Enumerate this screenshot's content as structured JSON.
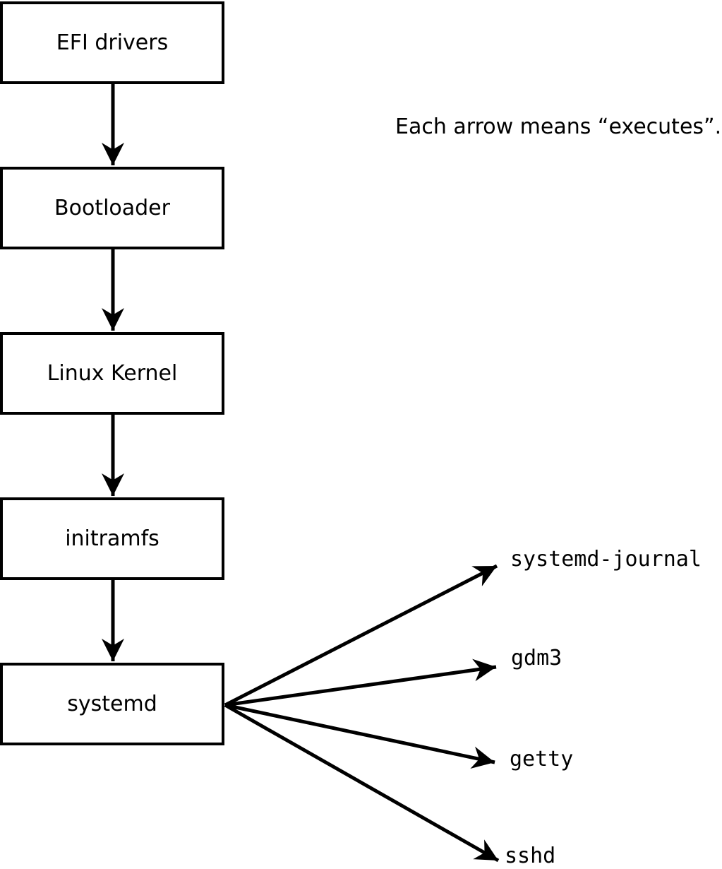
{
  "diagram": {
    "caption": "Each arrow means “executes”.",
    "flow_nodes": [
      {
        "label": "EFI drivers"
      },
      {
        "label": "Bootloader"
      },
      {
        "label": "Linux Kernel"
      },
      {
        "label": "initramfs"
      },
      {
        "label": "systemd"
      }
    ],
    "fanout_targets": [
      {
        "label": "systemd-journal"
      },
      {
        "label": "gdm3"
      },
      {
        "label": "getty"
      },
      {
        "label": "sshd"
      }
    ],
    "edges": [
      {
        "from": "EFI drivers",
        "to": "Bootloader"
      },
      {
        "from": "Bootloader",
        "to": "Linux Kernel"
      },
      {
        "from": "Linux Kernel",
        "to": "initramfs"
      },
      {
        "from": "initramfs",
        "to": "systemd"
      },
      {
        "from": "systemd",
        "to": "systemd-journal"
      },
      {
        "from": "systemd",
        "to": "gdm3"
      },
      {
        "from": "systemd",
        "to": "getty"
      },
      {
        "from": "systemd",
        "to": "sshd"
      }
    ],
    "colors": {
      "stroke": "#000000",
      "box_fill": "#ffffff",
      "background": "#ffffff",
      "text": "#000000"
    }
  }
}
